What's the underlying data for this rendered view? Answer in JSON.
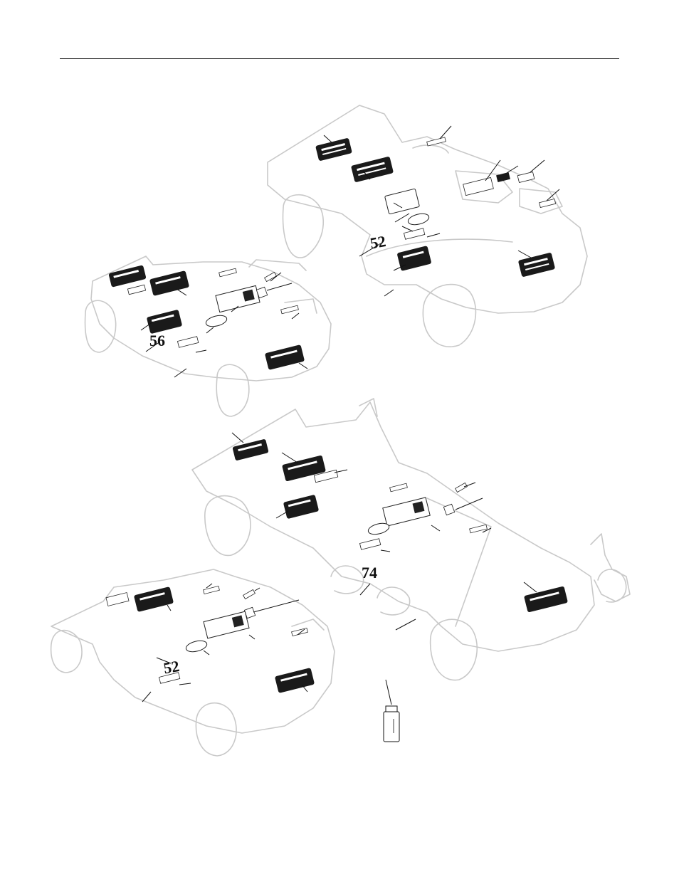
{
  "deck_size_labels": {
    "top_right": "52",
    "middle_left": "56",
    "center_large": "74",
    "bottom_left": "52"
  },
  "colors": {
    "outline": "#c9c9c9",
    "ink": "#111111"
  }
}
